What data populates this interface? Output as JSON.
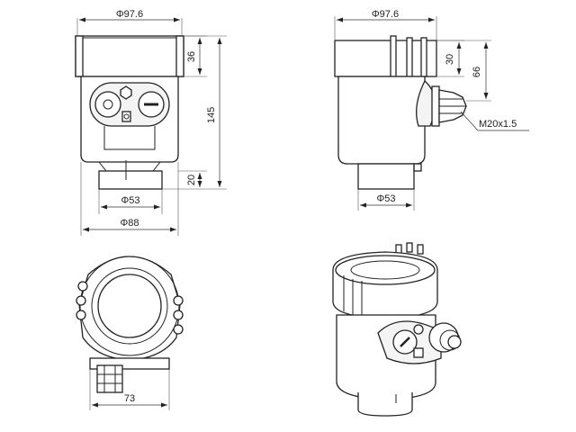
{
  "front_view": {
    "top_diameter": "Φ97.6",
    "cap_height": "36",
    "total_height": "145",
    "stem_height": "20",
    "stem_diameter": "Φ53",
    "body_diameter": "Φ88"
  },
  "side_view": {
    "top_diameter": "Φ97.6",
    "cap_height": "30",
    "gland_height": "66",
    "thread": "M20x1.5",
    "stem_diameter": "Φ53"
  },
  "top_view": {
    "width": "73"
  },
  "colors": {
    "line": "#222222",
    "background": "#ffffff"
  }
}
